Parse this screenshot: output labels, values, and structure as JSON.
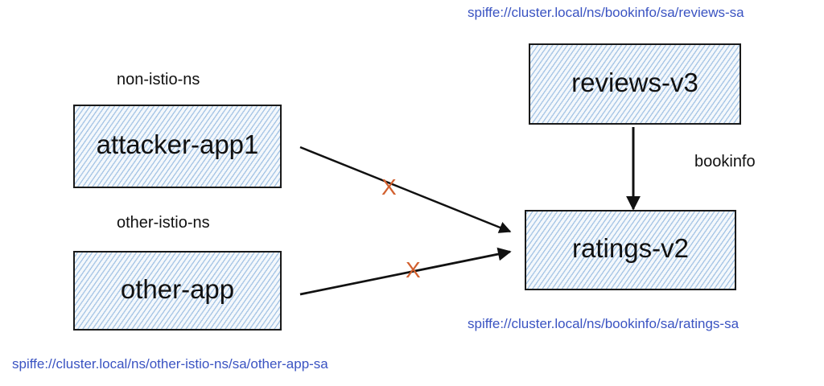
{
  "diagram": {
    "nodes": [
      {
        "id": "attacker-app1",
        "label": "attacker-app1",
        "namespace": "non-istio-ns"
      },
      {
        "id": "other-app",
        "label": "other-app",
        "namespace": "other-istio-ns",
        "spiffe": "spiffe://cluster.local/ns/other-istio-ns/sa/other-app-sa"
      },
      {
        "id": "reviews-v3",
        "label": "reviews-v3",
        "namespace": "bookinfo",
        "spiffe": "spiffe://cluster.local/ns/bookinfo/sa/reviews-sa"
      },
      {
        "id": "ratings-v2",
        "label": "ratings-v2",
        "namespace": "bookinfo",
        "spiffe": "spiffe://cluster.local/ns/bookinfo/sa/ratings-sa"
      }
    ],
    "namespace_labels": {
      "non_istio": "non-istio-ns",
      "other_istio": "other-istio-ns",
      "bookinfo": "bookinfo"
    },
    "spiffe_ids": {
      "reviews": "spiffe://cluster.local/ns/bookinfo/sa/reviews-sa",
      "ratings": "spiffe://cluster.local/ns/bookinfo/sa/ratings-sa",
      "other_app": "spiffe://cluster.local/ns/other-istio-ns/sa/other-app-sa"
    },
    "edges": [
      {
        "from": "attacker-app1",
        "to": "ratings-v2",
        "blocked": true,
        "mark": "X"
      },
      {
        "from": "other-app",
        "to": "ratings-v2",
        "blocked": true,
        "mark": "X"
      },
      {
        "from": "reviews-v3",
        "to": "ratings-v2",
        "blocked": false
      }
    ],
    "colors": {
      "spiffe_text": "#3a53c2",
      "block_mark": "#d2602f",
      "box_hatch": "#a9c7e6",
      "stroke": "#111111"
    }
  }
}
